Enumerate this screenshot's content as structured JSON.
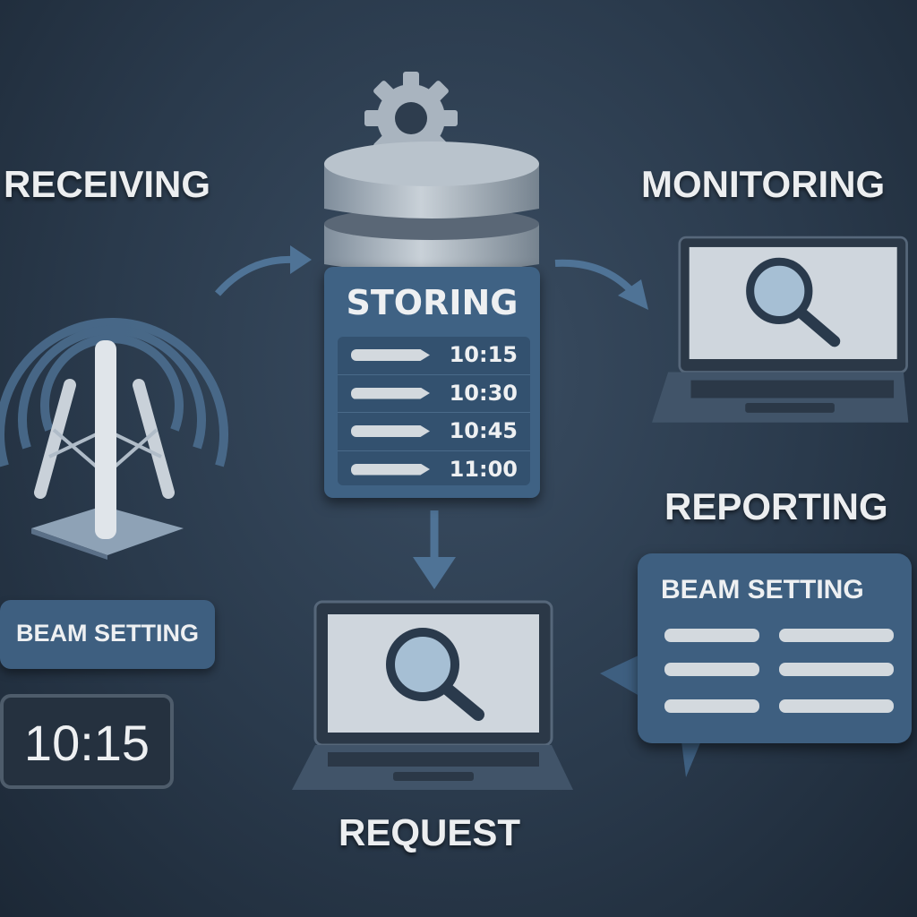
{
  "labels": {
    "receiving": "RECEIVING",
    "monitoring": "MONITORING",
    "reporting": "REPORTING",
    "request": "REQUEST"
  },
  "receiving": {
    "setting_label": "BEAM SETTING",
    "time": "10:15"
  },
  "storing": {
    "title": "STORING",
    "entries": [
      {
        "time": "10:15"
      },
      {
        "time": "10:30"
      },
      {
        "time": "10:45"
      },
      {
        "time": "11:00"
      }
    ]
  },
  "reporting": {
    "bubble_title": "BEAM SETTING"
  },
  "colors": {
    "background": "#2a3a4c",
    "panel": "#3f6284",
    "text": "#eceef0",
    "light": "#d3d9de"
  }
}
